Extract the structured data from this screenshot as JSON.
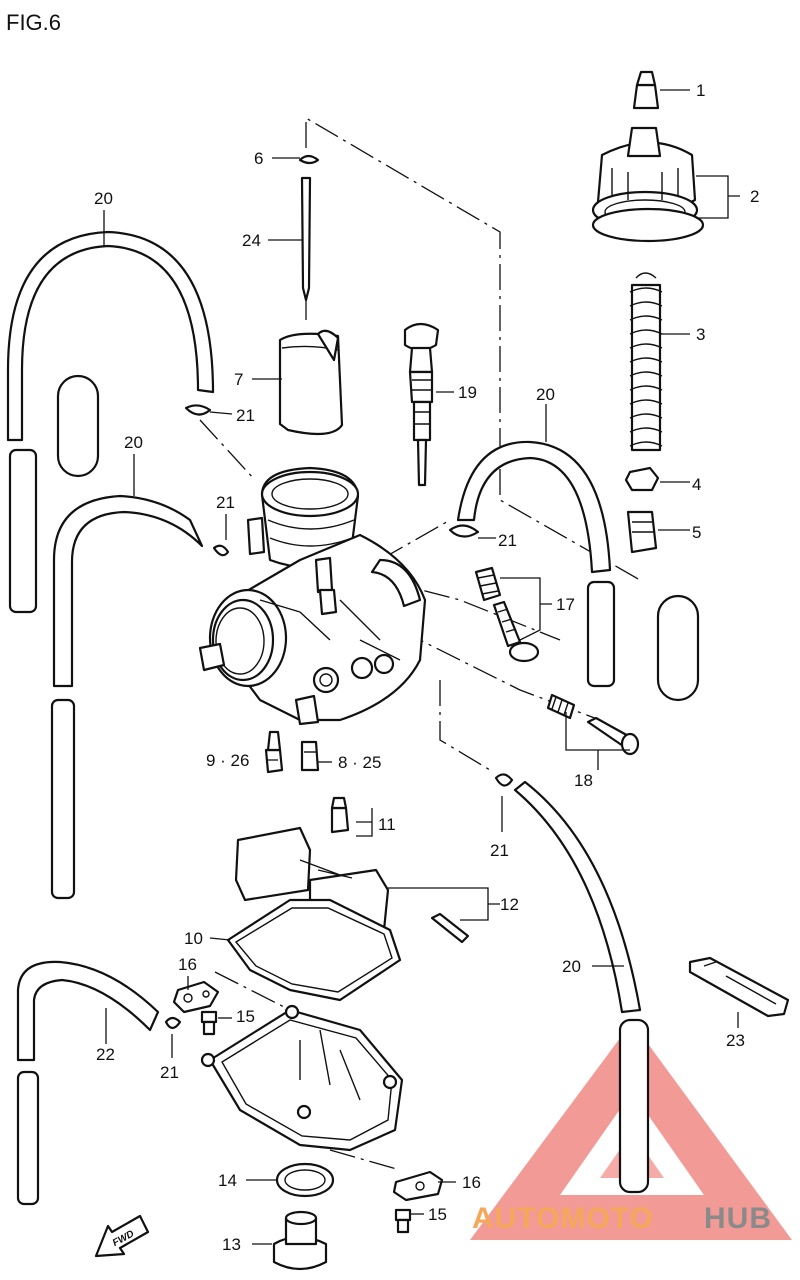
{
  "figure": {
    "title": "FIG.6"
  },
  "direction": {
    "label": "FWD"
  },
  "watermark": {
    "part1": "AUTOMOTO",
    "part2": "HUB",
    "color1": "#f5a75a",
    "color2": "#8a8a8a",
    "triangle_color": "#e8473f"
  },
  "callouts": {
    "c1": "1",
    "c2": "2",
    "c3": "3",
    "c4": "4",
    "c5": "5",
    "c6": "6",
    "c7": "7",
    "c8": "8 · 25",
    "c9": "9 · 26",
    "c10": "10",
    "c11": "11",
    "c12": "12",
    "c13": "13",
    "c14": "14",
    "c15a": "15",
    "c15b": "15",
    "c16a": "16",
    "c16b": "16",
    "c17": "17",
    "c18": "18",
    "c19": "19",
    "c20a": "20",
    "c20b": "20",
    "c20c": "20",
    "c20d": "20",
    "c21a": "21",
    "c21b": "21",
    "c21c": "21",
    "c21d": "21",
    "c21e": "21",
    "c22": "22",
    "c23": "23",
    "c24": "24"
  }
}
